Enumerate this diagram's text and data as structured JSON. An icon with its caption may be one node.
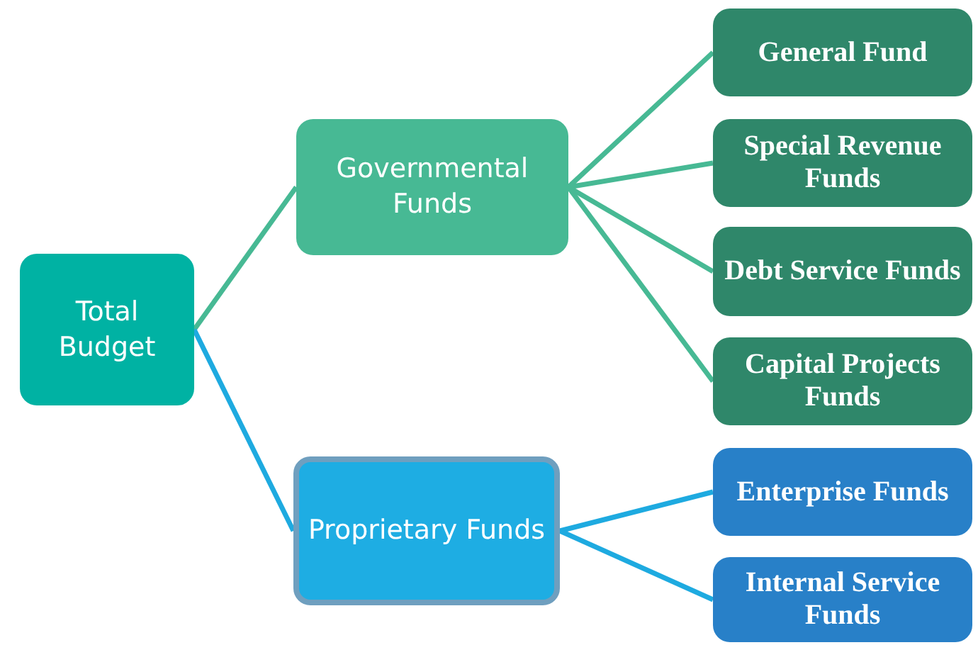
{
  "diagram": {
    "nodes": [
      {
        "text": [
          "Total Budget"
        ]
      },
      {
        "text": [
          "Governmental Funds"
        ]
      },
      {
        "text": [
          "Proprietary Funds"
        ]
      },
      {
        "text": [
          "General Fund"
        ]
      },
      {
        "text": [
          "Special Revenue Funds"
        ]
      },
      {
        "text": [
          "Debt Service Funds"
        ]
      },
      {
        "text": [
          "Capital Projects Funds"
        ]
      },
      {
        "text": [
          "Enterprise Funds"
        ]
      },
      {
        "text": [
          "Internal Service Funds"
        ]
      }
    ],
    "edges": [
      {
        "from": 0,
        "to": 1,
        "arrow": "none"
      },
      {
        "from": 0,
        "to": 2,
        "arrow": "none",
        "color": "#1eaae0"
      },
      {
        "from": 1,
        "to": 3,
        "arrow": "none"
      },
      {
        "from": 1,
        "to": 4,
        "arrow": "none"
      },
      {
        "from": 1,
        "to": 5,
        "arrow": "none"
      },
      {
        "from": 1,
        "to": 6,
        "arrow": "none"
      },
      {
        "from": 2,
        "to": 7,
        "arrow": "none",
        "color": "#1eaae0"
      },
      {
        "from": 2,
        "to": 8,
        "arrow": "none",
        "color": "#1eaae0"
      }
    ]
  }
}
